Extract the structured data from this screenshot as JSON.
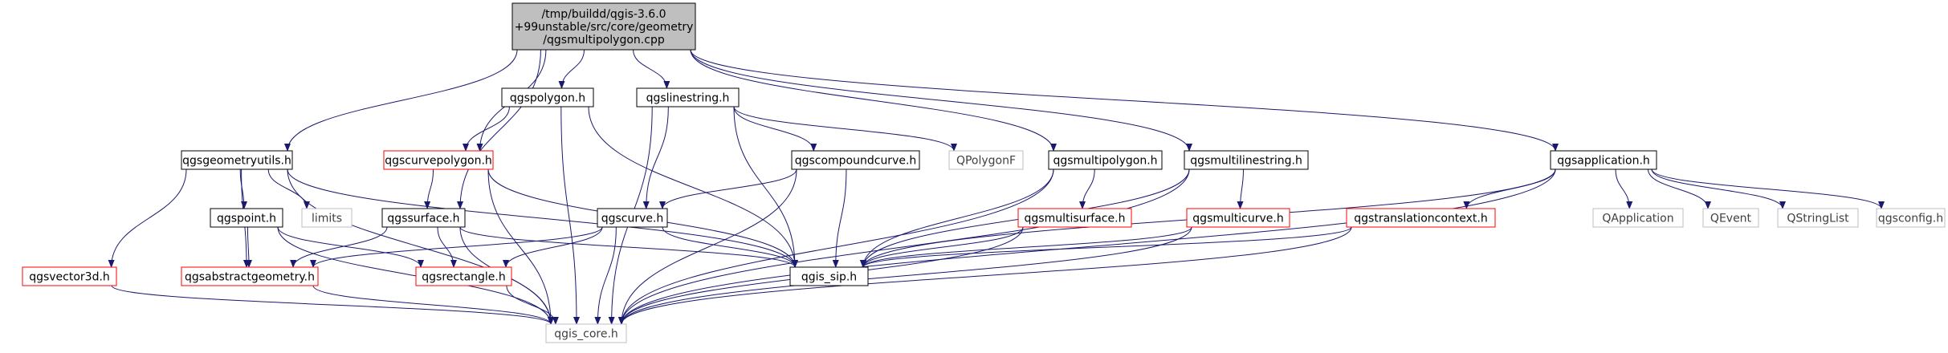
{
  "diagram": {
    "colors": {
      "edge": "#191970",
      "root_fill": "#bfbfbf",
      "normal_border": "#000000",
      "linked_border": "#ff0000",
      "external_border": "#bfbfbf",
      "external_text": "#404040",
      "text": "#000000"
    },
    "nodes": [
      {
        "id": "root",
        "lines": [
          "/tmp/buildd/qgis-3.6.0",
          "+99unstable/src/core/geometry",
          "/qgsmultipolygon.cpp"
        ],
        "kind": "root"
      },
      {
        "id": "qgspolygon",
        "lines": [
          "qgspolygon.h"
        ],
        "kind": "normal"
      },
      {
        "id": "qgslinestring",
        "lines": [
          "qgslinestring.h"
        ],
        "kind": "normal"
      },
      {
        "id": "qgsgeometryutils",
        "lines": [
          "qgsgeometryutils.h"
        ],
        "kind": "normal"
      },
      {
        "id": "qgscurvepolygon",
        "lines": [
          "qgscurvepolygon.h"
        ],
        "kind": "linked"
      },
      {
        "id": "qgscompoundcurve",
        "lines": [
          "qgscompoundcurve.h"
        ],
        "kind": "normal"
      },
      {
        "id": "QPolygonF",
        "lines": [
          "QPolygonF"
        ],
        "kind": "external"
      },
      {
        "id": "qgsmultipolygon",
        "lines": [
          "qgsmultipolygon.h"
        ],
        "kind": "normal"
      },
      {
        "id": "qgsmultilinestring",
        "lines": [
          "qgsmultilinestring.h"
        ],
        "kind": "normal"
      },
      {
        "id": "qgsapplication",
        "lines": [
          "qgsapplication.h"
        ],
        "kind": "normal"
      },
      {
        "id": "qgspoint",
        "lines": [
          "qgspoint.h"
        ],
        "kind": "normal"
      },
      {
        "id": "limits",
        "lines": [
          "limits"
        ],
        "kind": "external"
      },
      {
        "id": "qgssurface",
        "lines": [
          "qgssurface.h"
        ],
        "kind": "normal"
      },
      {
        "id": "qgscurve",
        "lines": [
          "qgscurve.h"
        ],
        "kind": "normal"
      },
      {
        "id": "qgsmultisurface",
        "lines": [
          "qgsmultisurface.h"
        ],
        "kind": "linked"
      },
      {
        "id": "qgsmulticurve",
        "lines": [
          "qgsmulticurve.h"
        ],
        "kind": "linked"
      },
      {
        "id": "qgstranslationcontext",
        "lines": [
          "qgstranslationcontext.h"
        ],
        "kind": "linked"
      },
      {
        "id": "QApplication",
        "lines": [
          "QApplication"
        ],
        "kind": "external"
      },
      {
        "id": "QEvent",
        "lines": [
          "QEvent"
        ],
        "kind": "external"
      },
      {
        "id": "QStringList",
        "lines": [
          "QStringList"
        ],
        "kind": "external"
      },
      {
        "id": "qgsconfig",
        "lines": [
          "qgsconfig.h"
        ],
        "kind": "external"
      },
      {
        "id": "qgsvector3d",
        "lines": [
          "qgsvector3d.h"
        ],
        "kind": "linked"
      },
      {
        "id": "qgsabstractgeometry",
        "lines": [
          "qgsabstractgeometry.h"
        ],
        "kind": "linked"
      },
      {
        "id": "qgsrectangle",
        "lines": [
          "qgsrectangle.h"
        ],
        "kind": "linked"
      },
      {
        "id": "qgis_sip",
        "lines": [
          "qgis_sip.h"
        ],
        "kind": "normal"
      },
      {
        "id": "qgis_core",
        "lines": [
          "qgis_core.h"
        ],
        "kind": "external"
      }
    ],
    "edges": [
      [
        "root",
        "qgsgeometryutils"
      ],
      [
        "root",
        "qgssurface"
      ],
      [
        "root",
        "qgscurvepolygon"
      ],
      [
        "root",
        "qgspolygon"
      ],
      [
        "root",
        "qgslinestring"
      ],
      [
        "root",
        "qgsmultipolygon"
      ],
      [
        "root",
        "qgsmultilinestring"
      ],
      [
        "root",
        "qgsapplication"
      ],
      [
        "qgspolygon",
        "qgscurvepolygon"
      ],
      [
        "qgspolygon",
        "qgis_sip"
      ],
      [
        "qgspolygon",
        "qgis_core"
      ],
      [
        "qgslinestring",
        "qgscurve"
      ],
      [
        "qgslinestring",
        "qgscompoundcurve"
      ],
      [
        "qgslinestring",
        "QPolygonF"
      ],
      [
        "qgslinestring",
        "qgis_sip"
      ],
      [
        "qgslinestring",
        "qgis_core"
      ],
      [
        "qgsgeometryutils",
        "qgspoint"
      ],
      [
        "qgsgeometryutils",
        "limits"
      ],
      [
        "qgsgeometryutils",
        "qgsvector3d"
      ],
      [
        "qgsgeometryutils",
        "qgsabstractgeometry"
      ],
      [
        "qgsgeometryutils",
        "qgis_sip"
      ],
      [
        "qgsgeometryutils",
        "qgis_core"
      ],
      [
        "qgscurvepolygon",
        "qgssurface"
      ],
      [
        "qgscurvepolygon",
        "qgis_sip"
      ],
      [
        "qgscurvepolygon",
        "qgis_core"
      ],
      [
        "qgscompoundcurve",
        "qgscurve"
      ],
      [
        "qgscompoundcurve",
        "qgis_sip"
      ],
      [
        "qgscompoundcurve",
        "qgis_core"
      ],
      [
        "qgsmultipolygon",
        "qgsmultisurface"
      ],
      [
        "qgsmultipolygon",
        "qgis_sip"
      ],
      [
        "qgsmultipolygon",
        "qgis_core"
      ],
      [
        "qgsmultilinestring",
        "qgsmulticurve"
      ],
      [
        "qgsmultilinestring",
        "qgis_sip"
      ],
      [
        "qgsmultilinestring",
        "qgis_core"
      ],
      [
        "qgsapplication",
        "qgstranslationcontext"
      ],
      [
        "qgsapplication",
        "QApplication"
      ],
      [
        "qgsapplication",
        "QEvent"
      ],
      [
        "qgsapplication",
        "QStringList"
      ],
      [
        "qgsapplication",
        "qgsconfig"
      ],
      [
        "qgsapplication",
        "qgis_sip"
      ],
      [
        "qgsapplication",
        "qgis_core"
      ],
      [
        "qgspoint",
        "qgsabstractgeometry"
      ],
      [
        "qgspoint",
        "qgsrectangle"
      ],
      [
        "qgspoint",
        "qgis_core"
      ],
      [
        "qgssurface",
        "qgsabstractgeometry"
      ],
      [
        "qgssurface",
        "qgsrectangle"
      ],
      [
        "qgssurface",
        "qgis_sip"
      ],
      [
        "qgssurface",
        "qgis_core"
      ],
      [
        "qgscurve",
        "qgsabstractgeometry"
      ],
      [
        "qgscurve",
        "qgsrectangle"
      ],
      [
        "qgscurve",
        "qgis_sip"
      ],
      [
        "qgscurve",
        "qgis_core"
      ],
      [
        "qgsmultisurface",
        "qgis_sip"
      ],
      [
        "qgsmultisurface",
        "qgis_core"
      ],
      [
        "qgsmulticurve",
        "qgis_sip"
      ],
      [
        "qgsmulticurve",
        "qgis_core"
      ],
      [
        "qgstranslationcontext",
        "qgis_sip"
      ],
      [
        "qgstranslationcontext",
        "qgis_core"
      ],
      [
        "qgsvector3d",
        "qgis_core"
      ],
      [
        "qgsabstractgeometry",
        "qgis_core"
      ],
      [
        "qgsrectangle",
        "qgis_core"
      ]
    ]
  }
}
